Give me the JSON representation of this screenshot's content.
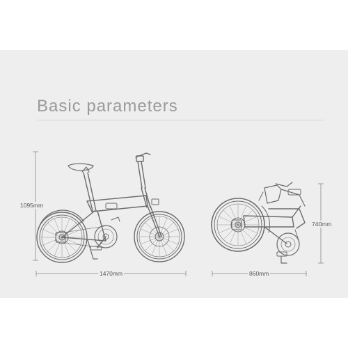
{
  "section": {
    "title": "Basic parameters"
  },
  "dimensions": {
    "unfolded_height": "1095mm",
    "unfolded_length": "1470mm",
    "folded_length": "860mm",
    "folded_height": "740mm"
  },
  "colors": {
    "background": "#eeeeee",
    "title": "#9a9a9a",
    "line_art": "#6b6b6b",
    "dimension_line": "#888888"
  }
}
